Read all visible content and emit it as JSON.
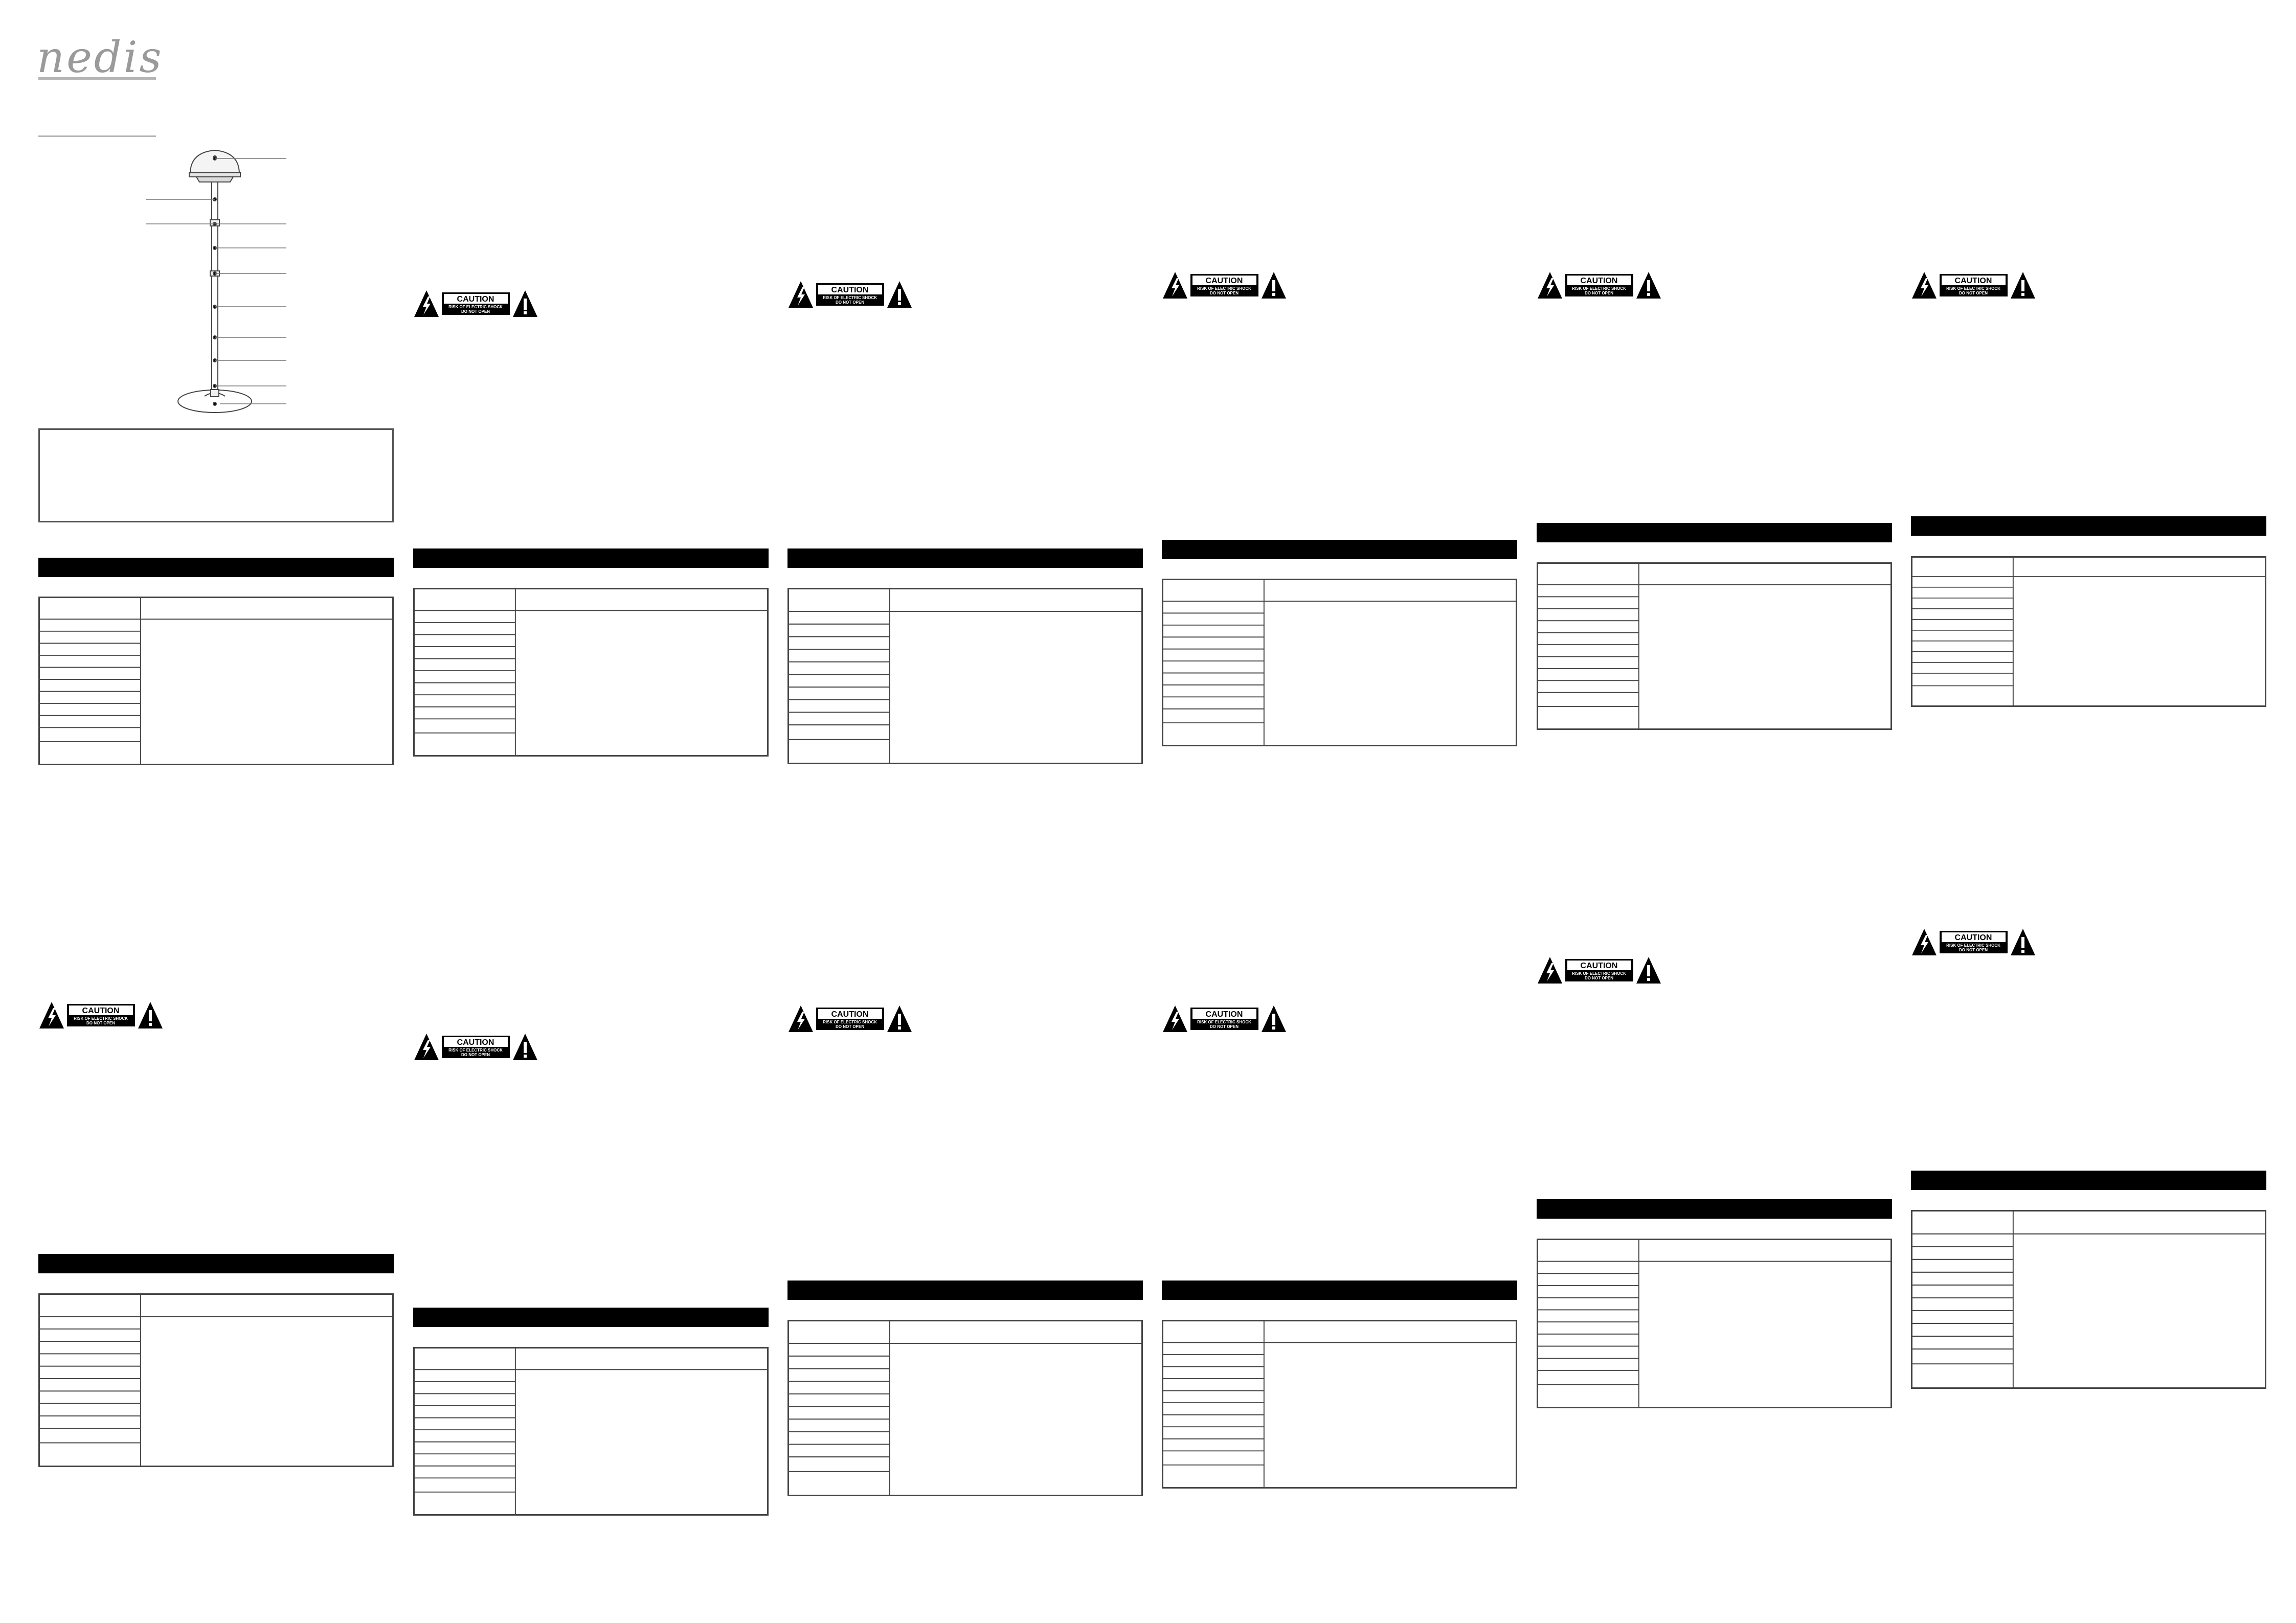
{
  "brand": {
    "logo_text": "nedis"
  },
  "caution_label": {
    "title": "CAUTION",
    "line1": "RISK OF ELECTRIC SHOCK",
    "line2": "DO NOT OPEN"
  },
  "icons": [
    "lightning-warning-icon",
    "exclamation-warning-icon",
    "patio-heater-diagram"
  ],
  "colors": {
    "bar": "#000000",
    "rule": "#b5b5b5",
    "border": "#444444",
    "logo": "#9a9a9a"
  }
}
